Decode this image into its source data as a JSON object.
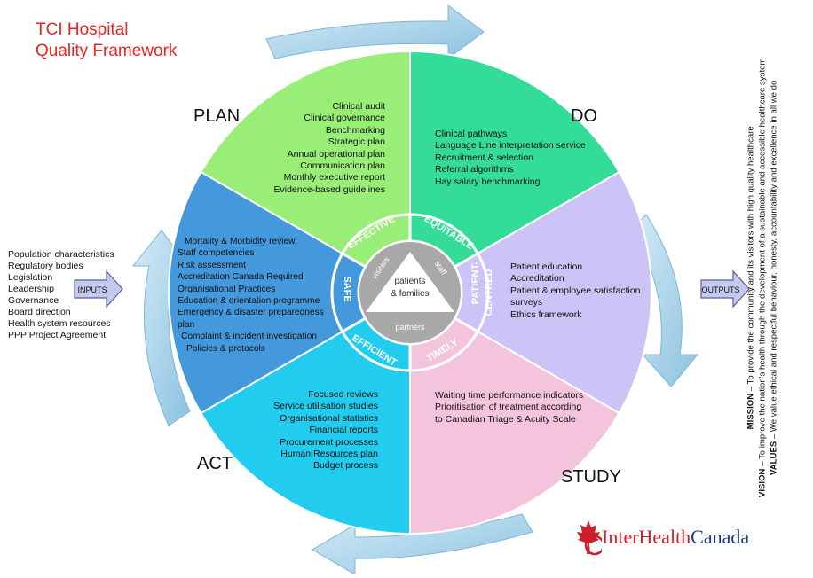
{
  "title": {
    "line1": "TCI Hospital",
    "line2": "Quality Framework"
  },
  "phases": {
    "plan": "PLAN",
    "do": "DO",
    "act": "ACT",
    "study": "STUDY"
  },
  "segments": {
    "plan": [
      "Clinical audit",
      "Clinical governance",
      "Benchmarking",
      "Strategic plan",
      "Annual operational plan",
      "Communication plan",
      "Monthly executive report",
      "Evidence-based guidelines"
    ],
    "do": [
      "Clinical pathways",
      "Language Line interpretation service",
      "Recruitment & selection",
      "Referral algorithms",
      "Hay salary benchmarking"
    ],
    "patient": [
      "Patient education",
      "Accreditation",
      "Patient & employee satisfaction",
      "surveys",
      "Ethics framework"
    ],
    "study": [
      "Waiting time performance indicators",
      "Prioritisation of treatment according",
      "to Canadian Triage & Acuity Scale"
    ],
    "act": [
      "Focused reviews",
      "Service utilisation studies",
      "Organisational statistics",
      "Financial reports",
      "Procurement processes",
      "Human Resources plan",
      "Budget process"
    ],
    "safe": [
      "Mortality & Morbidity review",
      "Staff competencies",
      "Risk assessment",
      "Accreditation Canada Required",
      "Organisational Practices",
      "Education & orientation programme",
      "Emergency & disaster preparedness",
      "plan",
      "Complaint & incident investigation",
      "Policies & protocols"
    ]
  },
  "dimensions": {
    "effective": "EFFECTIVE",
    "equitable": "EQUITABLE",
    "patient_centred_1": "PATIENT-",
    "patient_centred_2": "CENTRED",
    "timely": "TIMELY",
    "efficient": "EFFICIENT",
    "safe": "SAFE"
  },
  "center": {
    "line1": "patients",
    "line2": "& families",
    "visitors": "visitors",
    "staff": "staff",
    "partners": "partners"
  },
  "inputs": {
    "label": "INPUTS",
    "items": [
      "Population characteristics",
      "Regulatory bodies",
      "Legislation",
      "Leadership",
      "Governance",
      "Board direction",
      "Health system resources",
      "PPP Project Agreement"
    ]
  },
  "outputs": {
    "label": "OUTPUTS"
  },
  "statements": {
    "mission_label": "MISSION",
    "mission_text": " – To provide the community and its visitors with high quality healthcare",
    "vision_label": "VISION",
    "vision_text": " – To improve the nation's health through the development of a sustainable and accessible healthcare system",
    "values_label": "VALUES",
    "values_text": " – We value ethical and respectful behaviour, honesty, accountability and excellence in all we do"
  },
  "logo": {
    "part1": "InterHealth",
    "part2": "Canada"
  },
  "colors": {
    "plan": "#99ee77",
    "do": "#33dd99",
    "patient": "#ccc4f6",
    "study": "#f4c4dc",
    "act": "#22ccee",
    "safe": "#4499dd",
    "arrow": "#a9d4ea",
    "title": "#e8251f"
  }
}
